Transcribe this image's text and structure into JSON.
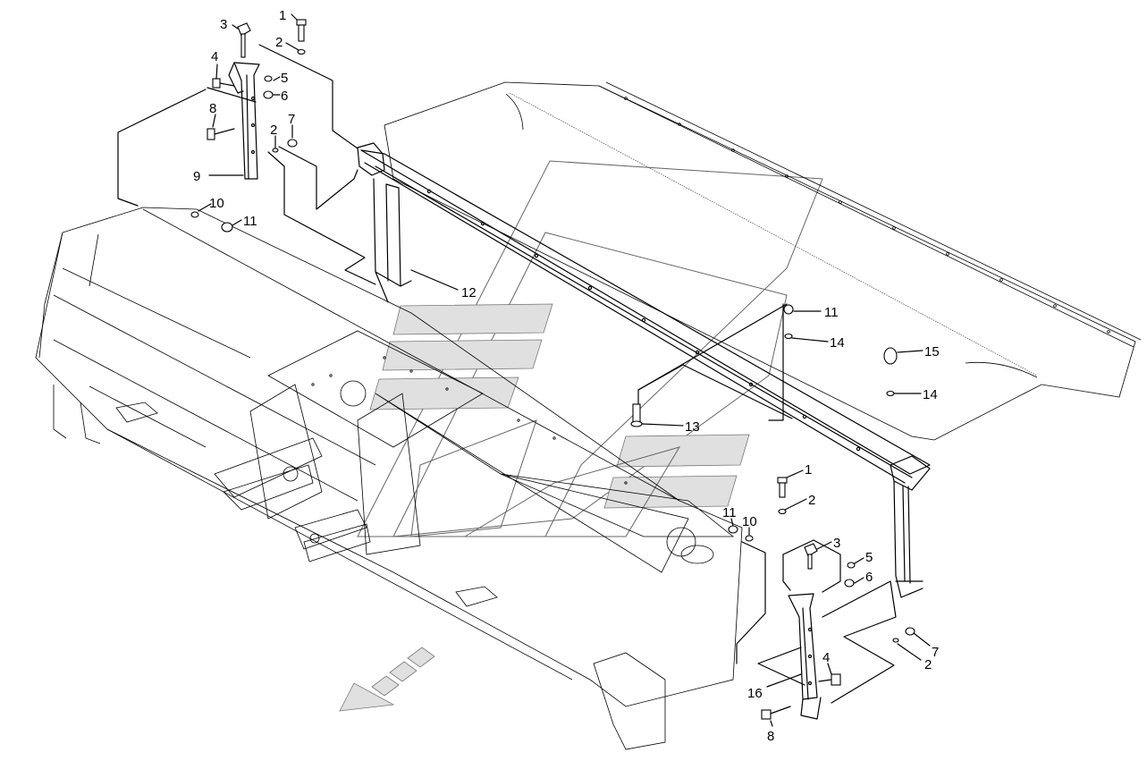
{
  "callouts": [
    {
      "id": "c1a",
      "text": "1"
    },
    {
      "id": "c2a",
      "text": "2"
    },
    {
      "id": "c3a",
      "text": "3"
    },
    {
      "id": "c4a",
      "text": "4"
    },
    {
      "id": "c5a",
      "text": "5"
    },
    {
      "id": "c6a",
      "text": "6"
    },
    {
      "id": "c8a",
      "text": "8"
    },
    {
      "id": "c2b",
      "text": "2"
    },
    {
      "id": "c7a",
      "text": "7"
    },
    {
      "id": "c9",
      "text": "9"
    },
    {
      "id": "c10a",
      "text": "10"
    },
    {
      "id": "c11a",
      "text": "11"
    },
    {
      "id": "c12",
      "text": "12"
    },
    {
      "id": "c11b",
      "text": "11"
    },
    {
      "id": "c14a",
      "text": "14"
    },
    {
      "id": "c15",
      "text": "15"
    },
    {
      "id": "c14b",
      "text": "14"
    },
    {
      "id": "c13",
      "text": "13"
    },
    {
      "id": "c1b",
      "text": "1"
    },
    {
      "id": "c2c",
      "text": "2"
    },
    {
      "id": "c11c",
      "text": "11"
    },
    {
      "id": "c10b",
      "text": "10"
    },
    {
      "id": "c3b",
      "text": "3"
    },
    {
      "id": "c5b",
      "text": "5"
    },
    {
      "id": "c6b",
      "text": "6"
    },
    {
      "id": "c7b",
      "text": "7"
    },
    {
      "id": "c2d",
      "text": "2"
    },
    {
      "id": "c4b",
      "text": "4"
    },
    {
      "id": "c16",
      "text": "16"
    },
    {
      "id": "c8b",
      "text": "8"
    }
  ]
}
